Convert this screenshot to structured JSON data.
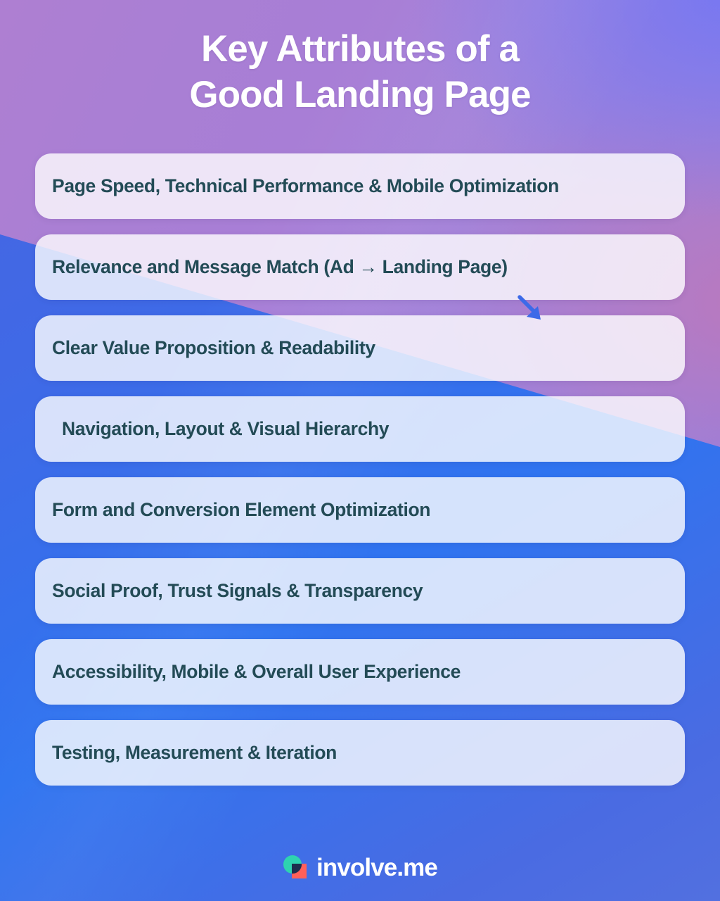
{
  "page": {
    "title_line1": "Key Attributes of a",
    "title_line2": "Good Landing Page"
  },
  "colors": {
    "background_purple": "#a87ed6",
    "background_blue": "#2f74f0",
    "background_violet": "#6f7bf5",
    "background_mauve": "#c776b2",
    "card_background": "rgba(255,255,255,0.80)",
    "card_text": "#234b56",
    "title_text": "#ffffff",
    "arrow": "#3d6ae8",
    "logo_circle": "#2ed3b0",
    "logo_square": "#ff6059",
    "logo_overlap": "#1d2d4d",
    "logo_text": "#ffffff"
  },
  "attributes": [
    {
      "label": "Page Speed, Technical Performance & Mobile Optimization",
      "indent": false
    },
    {
      "label": "Relevance and Message Match (Ad → Landing Page)",
      "indent": false
    },
    {
      "label": "Clear Value Proposition & Readability",
      "indent": false
    },
    {
      "label": "Navigation, Layout & Visual Hierarchy",
      "indent": true
    },
    {
      "label": "Form and Conversion Element Optimization",
      "indent": false
    },
    {
      "label": "Social Proof, Trust Signals & Transparency",
      "indent": false
    },
    {
      "label": "Accessibility, Mobile & Overall User Experience",
      "indent": false
    },
    {
      "label": "Testing, Measurement & Iteration",
      "indent": false
    }
  ],
  "decorations": {
    "arrow_icon": "arrow-down-right-icon"
  },
  "footer": {
    "brand_name": "involve.me",
    "logo_icon": "involve-me-logo-icon"
  }
}
